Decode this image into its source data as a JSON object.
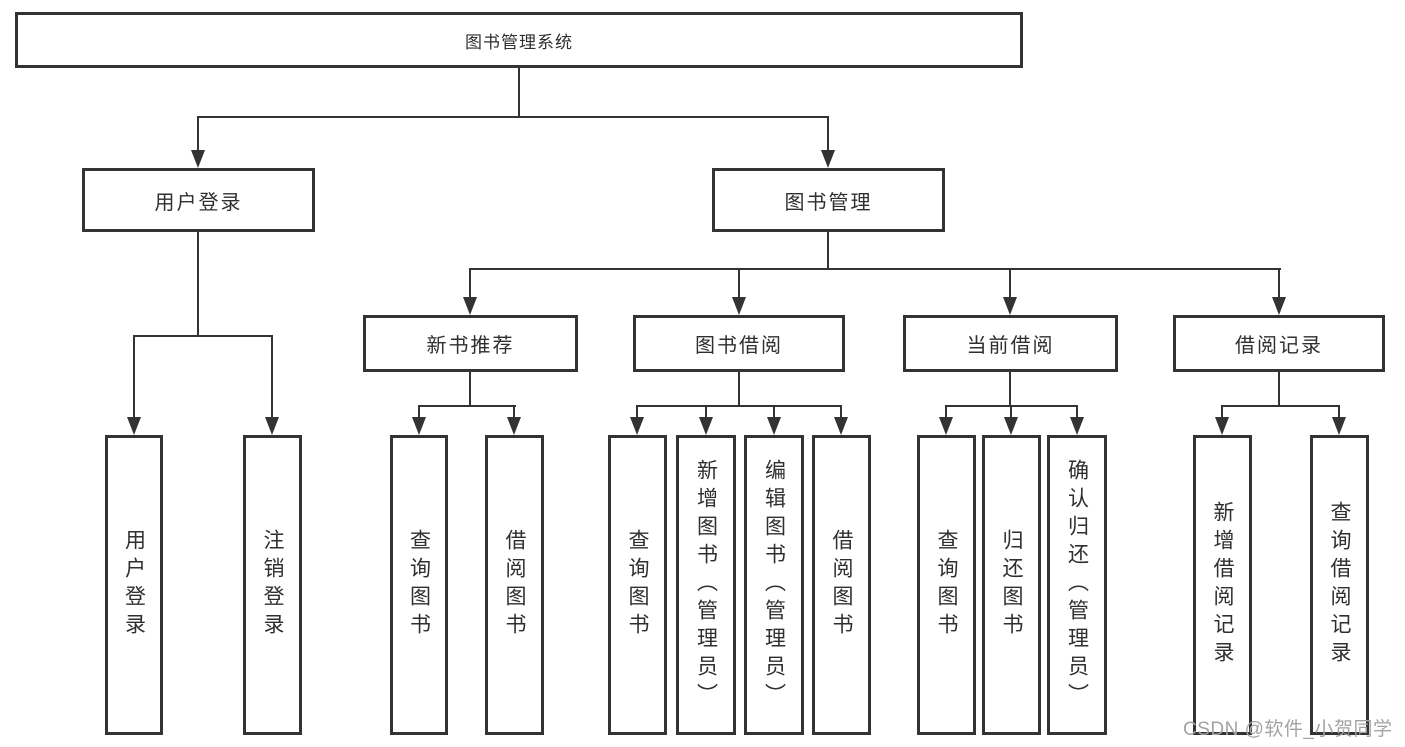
{
  "diagram": {
    "root": "图书管理系统",
    "level2": [
      "用户登录",
      "图书管理"
    ],
    "level3": [
      "新书推荐",
      "图书借阅",
      "当前借阅",
      "借阅记录"
    ],
    "leaves_user_login": [
      "用户登录",
      "注销登录"
    ],
    "leaves_new_book": [
      "查询图书",
      "借阅图书"
    ],
    "leaves_book_borrow": [
      "查询图书",
      "新增图书（管理员）",
      "编辑图书（管理员）",
      "借阅图书"
    ],
    "leaves_current_borrow": [
      "查询图书",
      "归还图书",
      "确认归还（管理员）"
    ],
    "leaves_borrow_records": [
      "新增借阅记录",
      "查询借阅记录"
    ]
  },
  "colors": {
    "line": "#333333",
    "text": "#2f2f2f",
    "background": "#ffffff",
    "watermark": "#a3a3a3"
  },
  "watermark": "CSDN @软件_小贺同学"
}
